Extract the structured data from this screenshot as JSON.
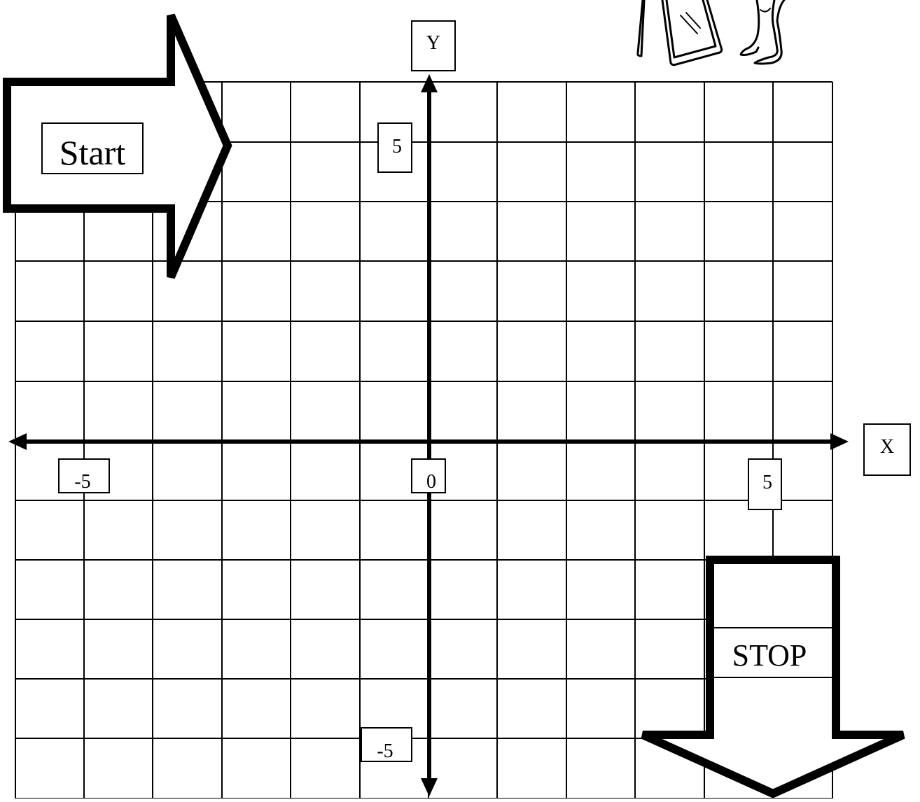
{
  "axes": {
    "x_label": "X",
    "y_label": "Y",
    "origin_label": "0",
    "x_min_label": "-5",
    "x_max_label": "5",
    "y_max_label": "5",
    "y_min_label": "-5"
  },
  "grid": {
    "columns": 12,
    "rows": 12
  },
  "start_arrow": {
    "label": "Start",
    "direction": "right"
  },
  "stop_arrow": {
    "label": "STOP",
    "direction": "down"
  },
  "clipart": {
    "icon": "person-with-mirror-clipart"
  },
  "colors": {
    "ink": "#000000",
    "background": "#ffffff"
  }
}
